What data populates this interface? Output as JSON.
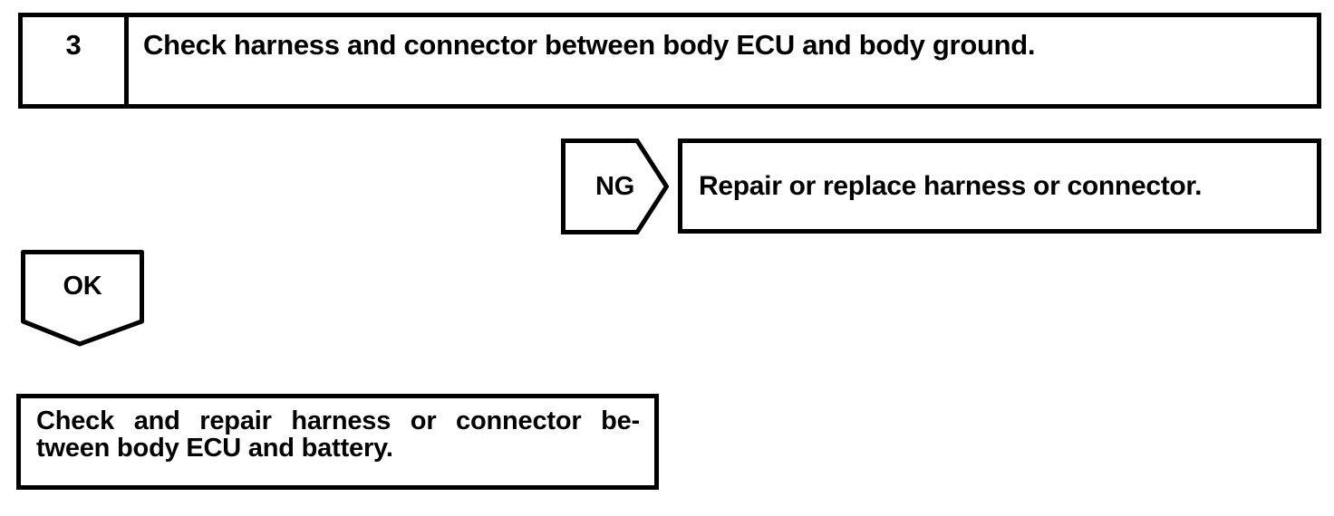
{
  "page": {
    "colors": {
      "ink": "#000000",
      "paper": "#ffffff"
    }
  },
  "step": {
    "number": "3",
    "title": "Check harness and connector between body ECU and body ground."
  },
  "ng_branch": {
    "label": "NG",
    "action": "Repair or replace harness or connector."
  },
  "ok_branch": {
    "label": "OK",
    "action_lines": [
      "Check and repair harness or connector be-",
      "tween body ECU and battery."
    ]
  }
}
